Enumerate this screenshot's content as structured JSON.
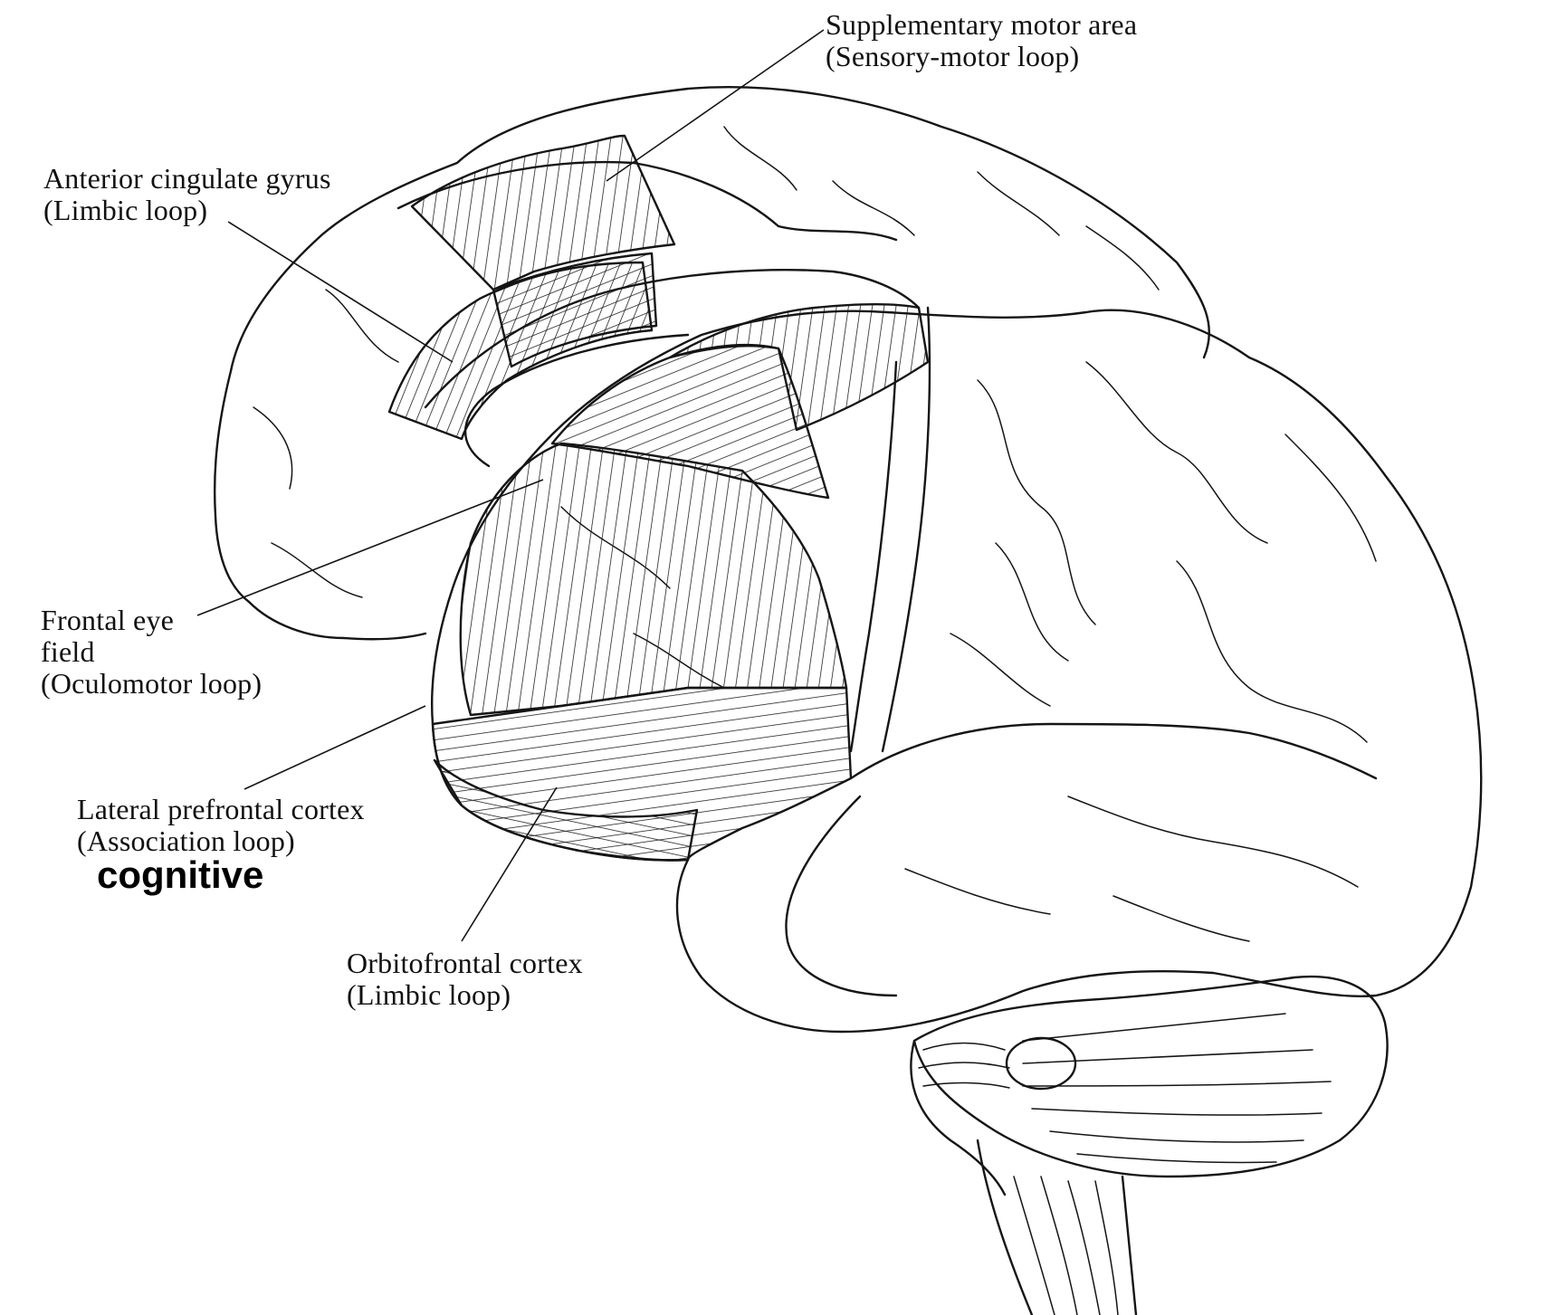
{
  "labels": {
    "sma": {
      "line1": "Supplementary motor area",
      "line2": "(Sensory-motor loop)"
    },
    "acg": {
      "line1": "Anterior cingulate gyrus",
      "line2": "(Limbic loop)"
    },
    "fef": {
      "line1": "Frontal eye",
      "line2": "field",
      "line3": "(Oculomotor loop)"
    },
    "lpfc": {
      "line1": "Lateral prefrontal cortex",
      "line2": "(Association loop)"
    },
    "ofc": {
      "line1": "Orbitofrontal cortex",
      "line2": "(Limbic loop)"
    }
  },
  "annotation": "cognitive"
}
